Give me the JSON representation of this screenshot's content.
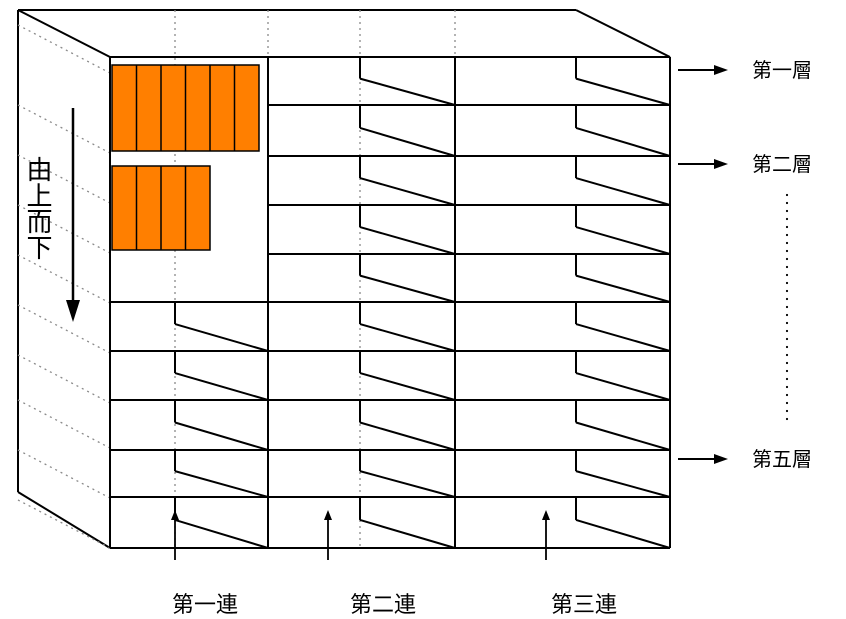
{
  "colors": {
    "box": "#FF7F00",
    "line": "#000000",
    "dotted": "#8a8a8a"
  },
  "layer_labels": [
    "第一層",
    "第二層",
    "第五層"
  ],
  "row_labels": [
    "第一連",
    "第二連",
    "第三連"
  ],
  "direction_label": "由上而下",
  "ellipsis_marker": "continuation-dots",
  "arrow_icon": "right-arrow-icon"
}
